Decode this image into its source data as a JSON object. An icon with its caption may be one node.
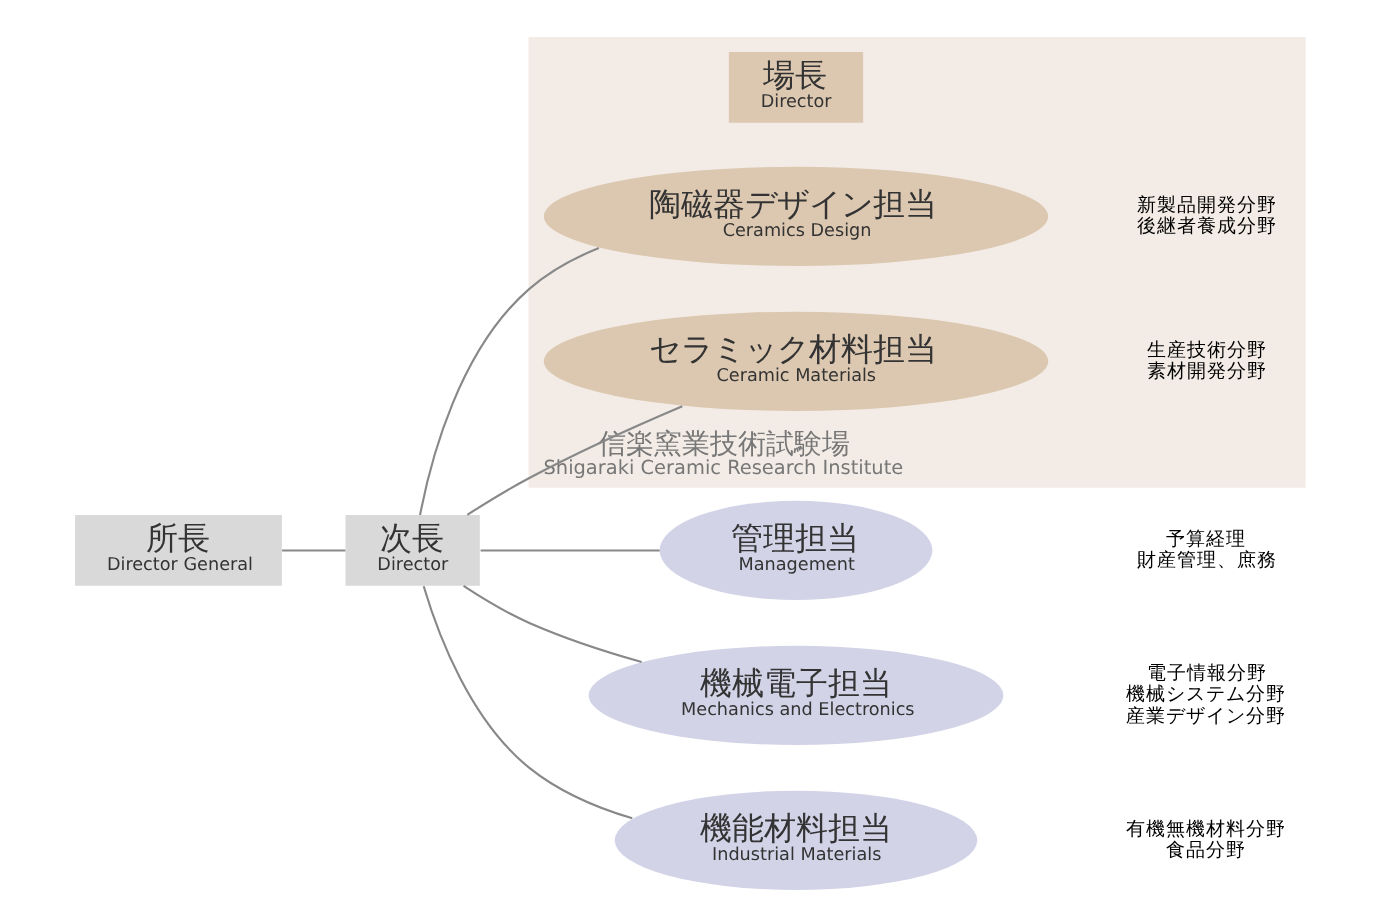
{
  "diagram": {
    "nodes": [
      {
        "text": [
          "所長",
          "Director General"
        ]
      },
      {
        "text": [
          "次長",
          "Director"
        ]
      },
      {
        "text": [
          "管理担当",
          "Management"
        ],
        "beside": [
          "予算経理",
          "財産管理、庶務"
        ]
      },
      {
        "text": [
          "機械電子担当",
          "Mechanics and Electronics"
        ],
        "beside": [
          "電子情報分野",
          "機械システム分野",
          "産業デザイン分野"
        ]
      },
      {
        "text": [
          "機能材料担当",
          "Industrial Materials"
        ],
        "beside": [
          "有機無機材料分野",
          "食品分野"
        ]
      },
      {
        "text": [
          "信楽窯業技術試験場",
          "Shigaraki Ceramic Research Institute"
        ]
      },
      {
        "text": [
          "場長",
          "Director"
        ],
        "in": 5
      },
      {
        "text": [
          "陶磁器デザイン担当",
          "Ceramics Design"
        ],
        "in": 5,
        "beside": [
          "新製品開発分野",
          "後継者養成分野"
        ]
      },
      {
        "text": [
          "セラミック材料担当",
          "Ceramic Materials"
        ],
        "in": 5,
        "beside": [
          "生産技術分野",
          "素材開発分野"
        ]
      }
    ],
    "edges": [
      {
        "from": 0,
        "to": 1,
        "arrow": "none"
      },
      {
        "from": 1,
        "to": 2,
        "arrow": "none"
      },
      {
        "from": 1,
        "to": 3,
        "arrow": "none"
      },
      {
        "from": 1,
        "to": 4,
        "arrow": "none"
      },
      {
        "from": 1,
        "to": 7,
        "arrow": "none"
      },
      {
        "from": 1,
        "to": 8,
        "arrow": "none"
      }
    ]
  }
}
